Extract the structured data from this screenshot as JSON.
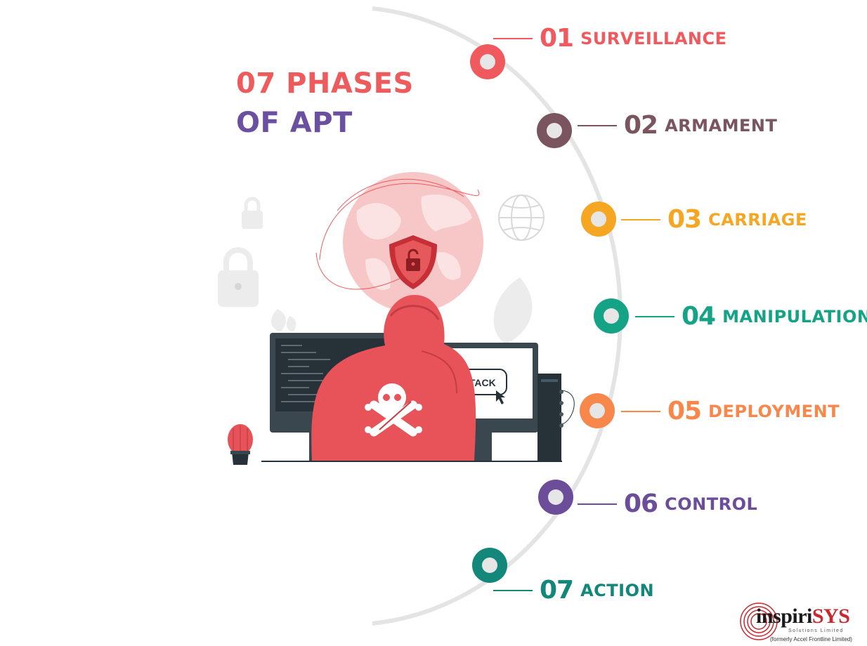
{
  "title": {
    "line1": "07 PHASES",
    "line2": "OF APT"
  },
  "colors": {
    "title_red": "#ee5b5d",
    "title_purple": "#6b4fa0",
    "arc": "#e3e3e3"
  },
  "phases": [
    {
      "num": "01",
      "name": "SURVEILLANCE",
      "color": "#f0595d"
    },
    {
      "num": "02",
      "name": "ARMAMENT",
      "color": "#7a5560"
    },
    {
      "num": "03",
      "name": "CARRIAGE",
      "color": "#f5a623"
    },
    {
      "num": "04",
      "name": "MANIPULATION",
      "color": "#15a386"
    },
    {
      "num": "05",
      "name": "DEPLOYMENT",
      "color": "#f7874b"
    },
    {
      "num": "06",
      "name": "CONTROL",
      "color": "#6b4d9a"
    },
    {
      "num": "07",
      "name": "ACTION",
      "color": "#12877a"
    }
  ],
  "illustration": {
    "screen_button": "ATTACK",
    "icons": [
      "globe-icon",
      "padlock-icon",
      "shield-lock-icon",
      "skull-crossbones-icon",
      "cactus-icon",
      "leaf-icon",
      "cursor-icon"
    ]
  },
  "logo": {
    "brand_a": "inspiri",
    "brand_b": "SYS",
    "tagline": "Solutions Limited",
    "former": "(formerly Accel Frontline Limited)"
  }
}
